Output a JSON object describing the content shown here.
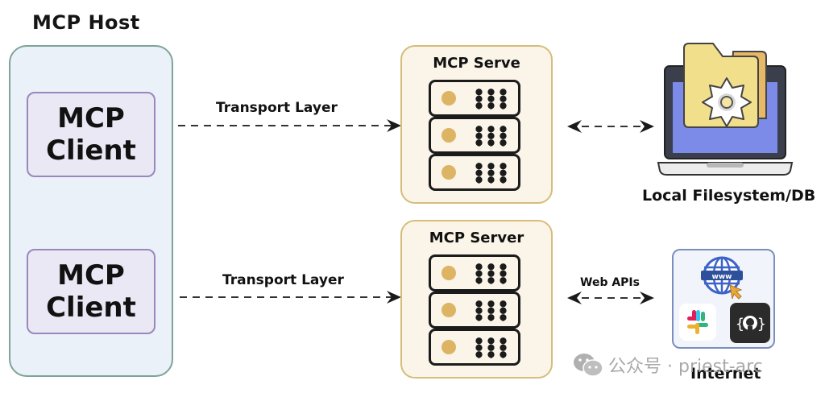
{
  "host": {
    "title": "MCP Host",
    "clients": [
      {
        "line1": "MCP",
        "line2": "Client"
      },
      {
        "line1": "MCP",
        "line2": "Client"
      }
    ]
  },
  "connections": {
    "transport_top": "Transport Layer",
    "transport_bottom": "Transport Layer",
    "web_apis": "Web APIs"
  },
  "servers": [
    {
      "title": "MCP Serve"
    },
    {
      "title": "MCP Server"
    }
  ],
  "resources": {
    "local": {
      "label": "Local Filesystem/DB",
      "icon": "laptop-folder-gear-icon"
    },
    "internet": {
      "label": "Internet",
      "icons": [
        "www-globe-icon",
        "slack-icon",
        "github-icon"
      ]
    }
  },
  "watermark": {
    "icon": "wechat-icon",
    "text": "公众号 · priest-arc"
  },
  "colors": {
    "host_bg": "#eaf1f8",
    "host_border": "#7ea397",
    "client_bg": "#e9e8f4",
    "client_border": "#9b87bd",
    "server_bg": "#fbf4e8",
    "server_border": "#d5bd7a",
    "server_led": "#ddb464",
    "laptop_screen": "#7c8ae8",
    "folder": "#f1df8c"
  }
}
